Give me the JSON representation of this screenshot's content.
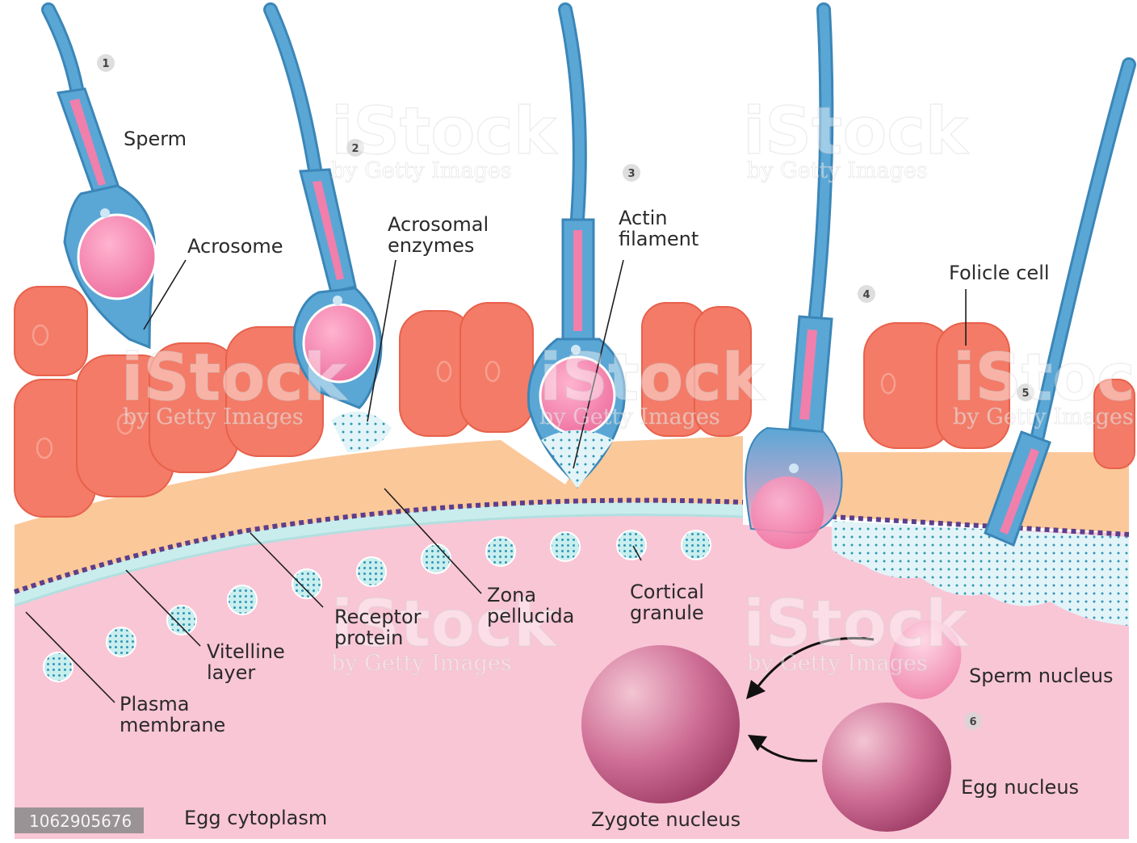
{
  "labels": {
    "sperm": "Sperm",
    "acrosome": "Acrosome",
    "acrosomal_enzymes": [
      "Acrosomal",
      "enzymes"
    ],
    "actin_filament": [
      "Actin",
      "filament"
    ],
    "folicle_cell": "Folicle cell",
    "zona_pellucida": [
      "Zona",
      "pellucida"
    ],
    "cortical_granule": [
      "Cortical",
      "granule"
    ],
    "receptor_protein": [
      "Receptor",
      "protein"
    ],
    "vitelline_layer": [
      "Vitelline",
      "layer"
    ],
    "plasma_membrane": [
      "Plasma",
      "membrane"
    ],
    "sperm_nucleus": "Sperm nucleus",
    "egg_nucleus": "Egg nucleus",
    "zygote_nucleus": "Zygote nucleus",
    "egg_cytoplasm": "Egg cytoplasm"
  },
  "steps": [
    "1",
    "2",
    "3",
    "4",
    "5",
    "6"
  ],
  "watermark": {
    "brand": "iStock",
    "sub": "by Getty Images"
  },
  "image_id": "1062905676",
  "colors": {
    "cytoplasm": "#f9c6d6",
    "zona": "#fbc89a",
    "vitelline": "#c9ecec",
    "follicle": "#f37b67",
    "sperm_body": "#5aa7d6",
    "sperm_head": "#f07fac",
    "granule": "#a8e3e0",
    "nucleus": "#c2567f",
    "receptor": "#5b3f8c"
  }
}
